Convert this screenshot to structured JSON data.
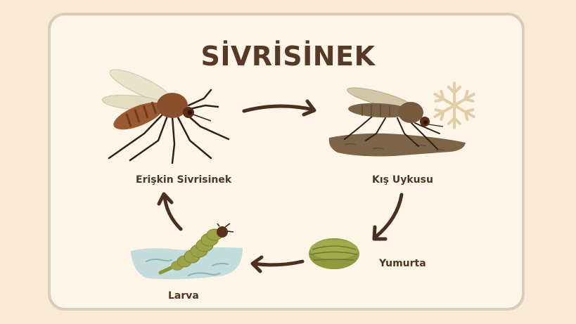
{
  "title": "SİVRİSİNEK",
  "stages": [
    {
      "id": "adult",
      "label": "Erişkin Sivrisinek",
      "icon": "adult-mosquito-icon"
    },
    {
      "id": "hibernation",
      "label": "Kış Uykusu",
      "icon": "hibernating-mosquito-icon"
    },
    {
      "id": "egg",
      "label": "Yumurta",
      "icon": "egg-icon"
    },
    {
      "id": "larva",
      "label": "Larva",
      "icon": "larva-icon"
    }
  ],
  "arrows": [
    {
      "from": "adult",
      "to": "hibernation"
    },
    {
      "from": "hibernation",
      "to": "egg"
    },
    {
      "from": "egg",
      "to": "larva"
    },
    {
      "from": "larva",
      "to": "adult"
    }
  ],
  "colors": {
    "background": "#f8ead6",
    "card": "#fdf5e7",
    "card_border": "#d9cdb7",
    "title": "#563a26",
    "arrow": "#4a3021",
    "mosquito_body": "#8a4f2c",
    "egg": "#8f9a3e",
    "larva": "#9aa447",
    "water": "#c5dcdc",
    "snowflake": "#e2cda9",
    "ground": "#7d6448"
  }
}
